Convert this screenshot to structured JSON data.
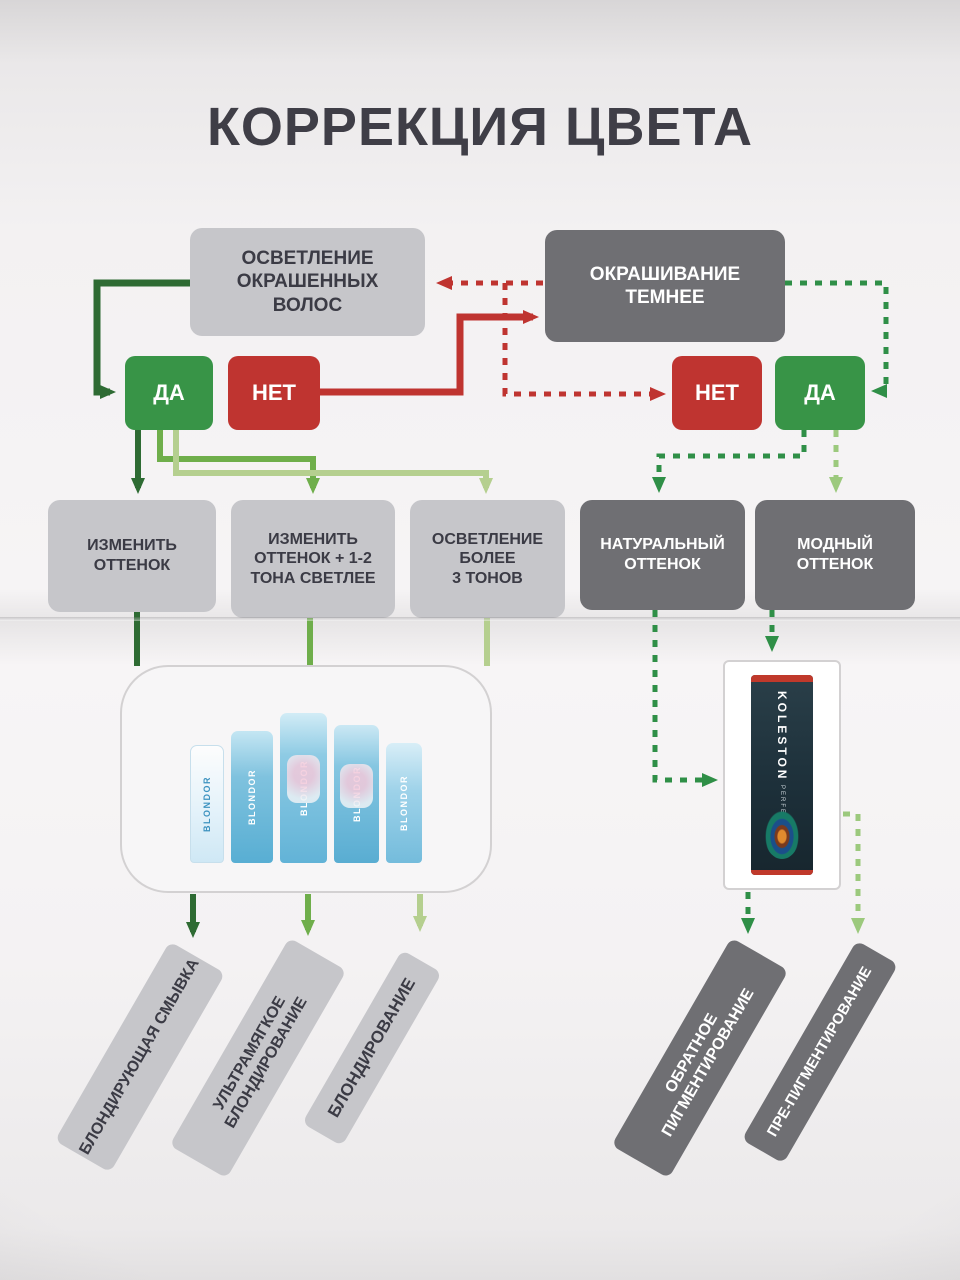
{
  "title": "КОРРЕКЦИЯ ЦВЕТА",
  "colors": {
    "paper": "#f3f1f2",
    "title_text": "#3f3e47",
    "light_box_bg": "#c6c6ca",
    "light_box_text": "#3b3b45",
    "dark_box_bg": "#6f6f73",
    "dark_box_text": "#ffffff",
    "yes_green": "#389447",
    "no_red": "#bf3430",
    "arrow_dark_green": "#2e6b33",
    "arrow_mid_green": "#6fae4b",
    "arrow_light_green": "#b5cf8f",
    "arrow_red": "#bf3430",
    "dotted_green": "#2f8f47",
    "dotted_light_green": "#9cc97d"
  },
  "flow": {
    "left_root": "ОСВЕТЛЕНИЕ\nОКРАШЕННЫХ\nВОЛОС",
    "right_root": "ОКРАШИВАНИЕ\nТЕМНЕЕ",
    "left_yes": "ДА",
    "left_no": "НЕТ",
    "right_no": "НЕТ",
    "right_yes": "ДА",
    "left_branches": [
      "ИЗМЕНИТЬ\nОТТЕНОК",
      "ИЗМЕНИТЬ\nОТТЕНОК + 1-2\nТОНА СВЕТЛЕЕ",
      "ОСВЕТЛЕНИЕ\nБОЛЕЕ\n3 ТОНОВ"
    ],
    "right_branches": [
      "НАТУРАЛЬНЫЙ\nОТТЕНОК",
      "МОДНЫЙ\nОТТЕНОК"
    ],
    "left_outcomes": [
      "БЛОНДИРУЮЩАЯ\nСМЫВКА",
      "УЛЬТРАМЯГКОЕ\nБЛОНДИРОВАНИЕ",
      "БЛОНДИРОВАНИЕ"
    ],
    "right_outcomes": [
      "ОБРАТНОЕ\nПИГМЕНТИРОВАНИЕ",
      "ПРЕ-ПИГМЕНТИРОВАНИЕ"
    ]
  },
  "products": {
    "blondor_label": "BLONDOR",
    "koleston_label": "KOLESTON",
    "koleston_sub": "PERFECT"
  }
}
